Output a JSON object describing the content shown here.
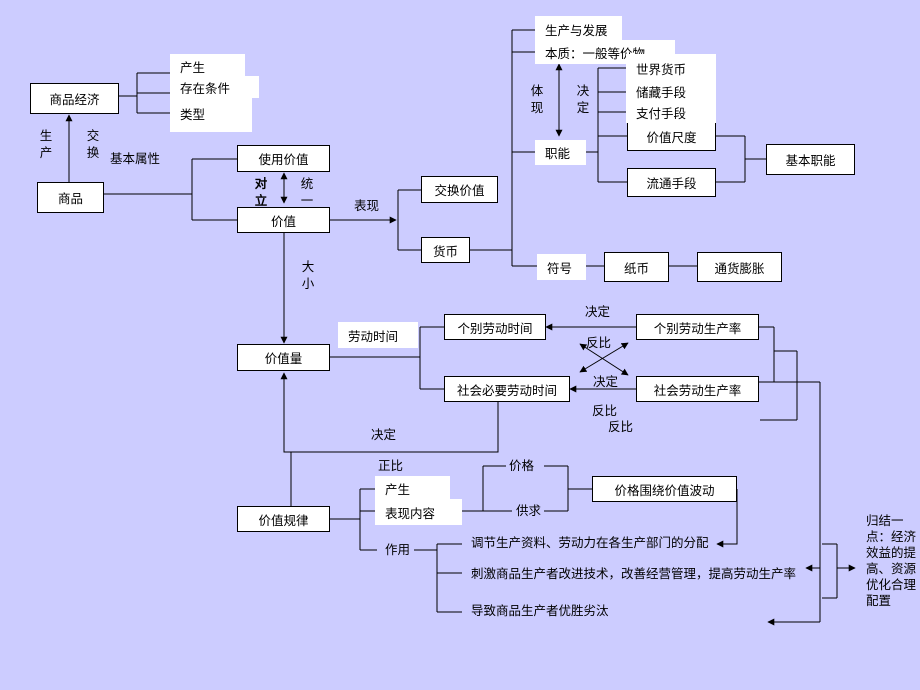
{
  "nodes": {
    "commodity_economy": "商品经济",
    "commodity": "商品",
    "use_value": "使用价值",
    "value": "价值",
    "exchange_value": "交换价值",
    "currency": "货币",
    "function": "职能",
    "symbol": "符号",
    "paper_money": "纸币",
    "inflation": "通货膨胀",
    "value_measure": "价值尺度",
    "circulation": "流通手段",
    "basic_functions": "基本职能",
    "value_quantity": "价值量",
    "individual_labor_time": "个别劳动时间",
    "social_labor_time": "社会必要劳动时间",
    "individual_productivity": "个别劳动生产率",
    "social_productivity": "社会劳动生产率",
    "value_law": "价值规律",
    "price_fluctuation": "价格围绕价值波动"
  },
  "white_labels": {
    "emergence": "产生",
    "conditions": "存在条件",
    "types": "类型",
    "production_development": "生产与发展",
    "essence": "本质：一般等价物",
    "world_currency": "世界货币",
    "storage": "储藏手段",
    "payment": "支付手段",
    "labor_time": "劳动时间",
    "law_emergence": "产生",
    "law_content": "表现内容"
  },
  "labels": {
    "production": "生产",
    "exchange": "交换",
    "basic_attributes": "基本属性",
    "opposition": "对立",
    "unity": "统一",
    "manifestation": "表现",
    "embody": "体现",
    "determine_top": "决定",
    "magnitude": "大小",
    "determine_1": "决定",
    "inverse_1": "反比",
    "determine_2": "决定",
    "inverse_2": "反比",
    "inverse_3": "反比",
    "determine_3": "决定",
    "direct_ratio": "正比",
    "price": "价格",
    "supply_demand": "供求",
    "effect": "作用",
    "effect_1": "调节生产资料、劳动力在各生产部门的分配",
    "effect_2": "刺激商品生产者改进技术，改善经营管理，提高劳动生产率",
    "effect_3": "导致商品生产者优胜劣汰",
    "conclusion": "归结一点：经济效益的提高、资源优化合理配置"
  }
}
